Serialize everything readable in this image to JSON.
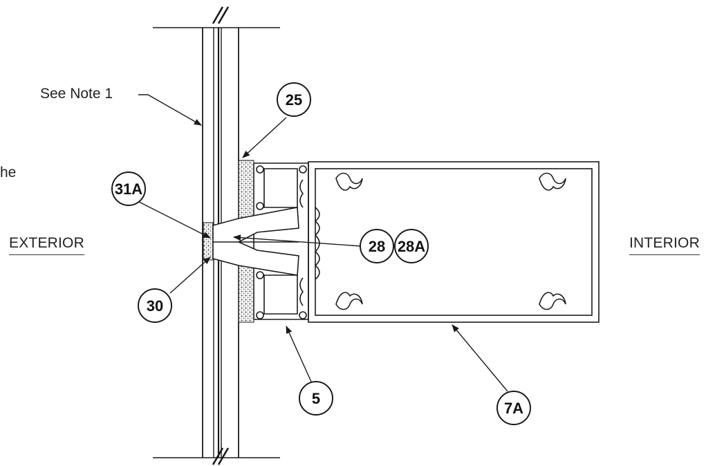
{
  "labels": {
    "exterior": "EXTERIOR",
    "interior": "INTERIOR",
    "note": "See Note 1",
    "edge_fragment": "he"
  },
  "callouts": [
    {
      "id": "c25",
      "text": "25"
    },
    {
      "id": "c31a",
      "text": "31A"
    },
    {
      "id": "c28",
      "text": "28"
    },
    {
      "id": "c28a",
      "text": "28A"
    },
    {
      "id": "c30",
      "text": "30"
    },
    {
      "id": "c5",
      "text": "5"
    },
    {
      "id": "c7a",
      "text": "7A"
    }
  ],
  "colors": {
    "line": "#1a1a1a",
    "sealant": "#b9b9b9"
  }
}
